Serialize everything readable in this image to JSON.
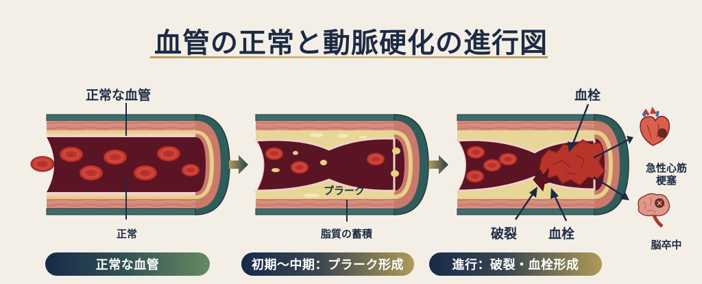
{
  "title": "血管の正常と動脈硬化の進行図",
  "colors": {
    "background": "#f4efe6",
    "title_text": "#1c2a44",
    "title_rule": "#c8ad72",
    "outer_layer": "#3d6e6b",
    "muscle_layer": "#d4897a",
    "fat_stripe": "#e8cf86",
    "intima": "#f2d2c8",
    "lumen": "#5a1424",
    "red_cell": "#c83a32",
    "plaque": "#e8d696",
    "clot": "#b8342a"
  },
  "panels": [
    {
      "id": "normal",
      "top_label": "正常な血管",
      "bottom_label": "正常",
      "stage_pill": "正常な血管"
    },
    {
      "id": "plaque",
      "inner_label": "プラーク",
      "bottom_label": "脂質の蓄積",
      "stage_pill": "初期～中期：プラーク形成"
    },
    {
      "id": "advanced",
      "top_label": "血栓",
      "bottom_left_label": "破裂",
      "bottom_right_label": "血栓",
      "stage_pill": "進行：破裂・血栓形成"
    }
  ],
  "outcomes": [
    {
      "icon": "heart-icon",
      "label_line1": "急性心筋",
      "label_line2": "梗塞"
    },
    {
      "icon": "brain-icon",
      "label": "脳卒中"
    }
  ]
}
